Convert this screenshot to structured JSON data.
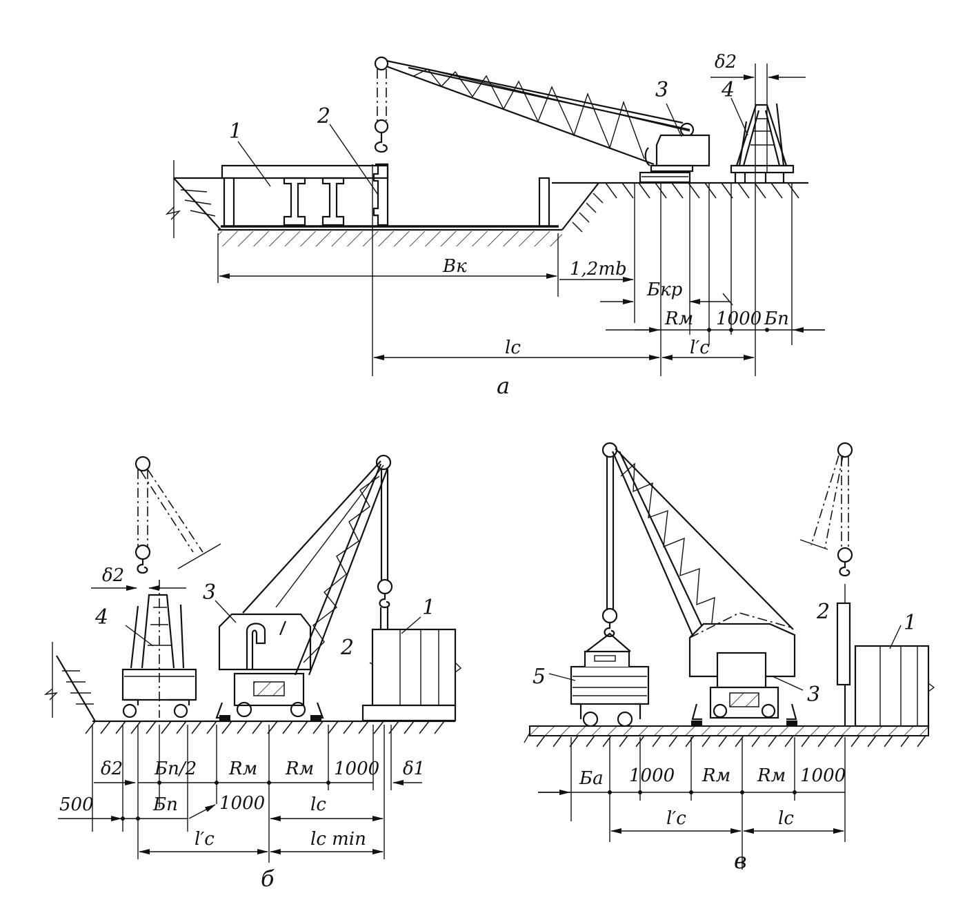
{
  "diagram_a": {
    "caption": "а",
    "labels": {
      "num1": "1",
      "num2": "2",
      "num3": "3",
      "num4": "4"
    },
    "dims": {
      "bk": "Bк",
      "clearance": "1,2mb",
      "bkr": "Бкр",
      "rm": "Rм",
      "d1000": "1000",
      "bp": "Бп",
      "lc": "lс",
      "lc_prime": "l′с",
      "delta2": "δ2"
    }
  },
  "diagram_b": {
    "caption": "б",
    "labels": {
      "num1": "1",
      "num2": "2",
      "num3": "3",
      "num4": "4"
    },
    "dims": {
      "delta2_top": "δ2",
      "delta2": "δ2",
      "bp_half": "Бп/2",
      "rm1": "Rм",
      "rm2": "Rм",
      "d1000a": "1000",
      "delta1": "δ1",
      "d500": "500",
      "bp": "Бп",
      "d1000b": "1000",
      "lc": "lс",
      "lc_prime": "l′с",
      "lc_min": "lс min"
    }
  },
  "diagram_v": {
    "caption": "в",
    "labels": {
      "num1": "1",
      "num2": "2",
      "num3": "3",
      "num5": "5"
    },
    "dims": {
      "ba": "Ба",
      "d1000a": "1000",
      "rm1": "Rм",
      "rm2": "Rм",
      "d1000b": "1000",
      "lc_prime": "l′с",
      "lc": "lс"
    }
  }
}
